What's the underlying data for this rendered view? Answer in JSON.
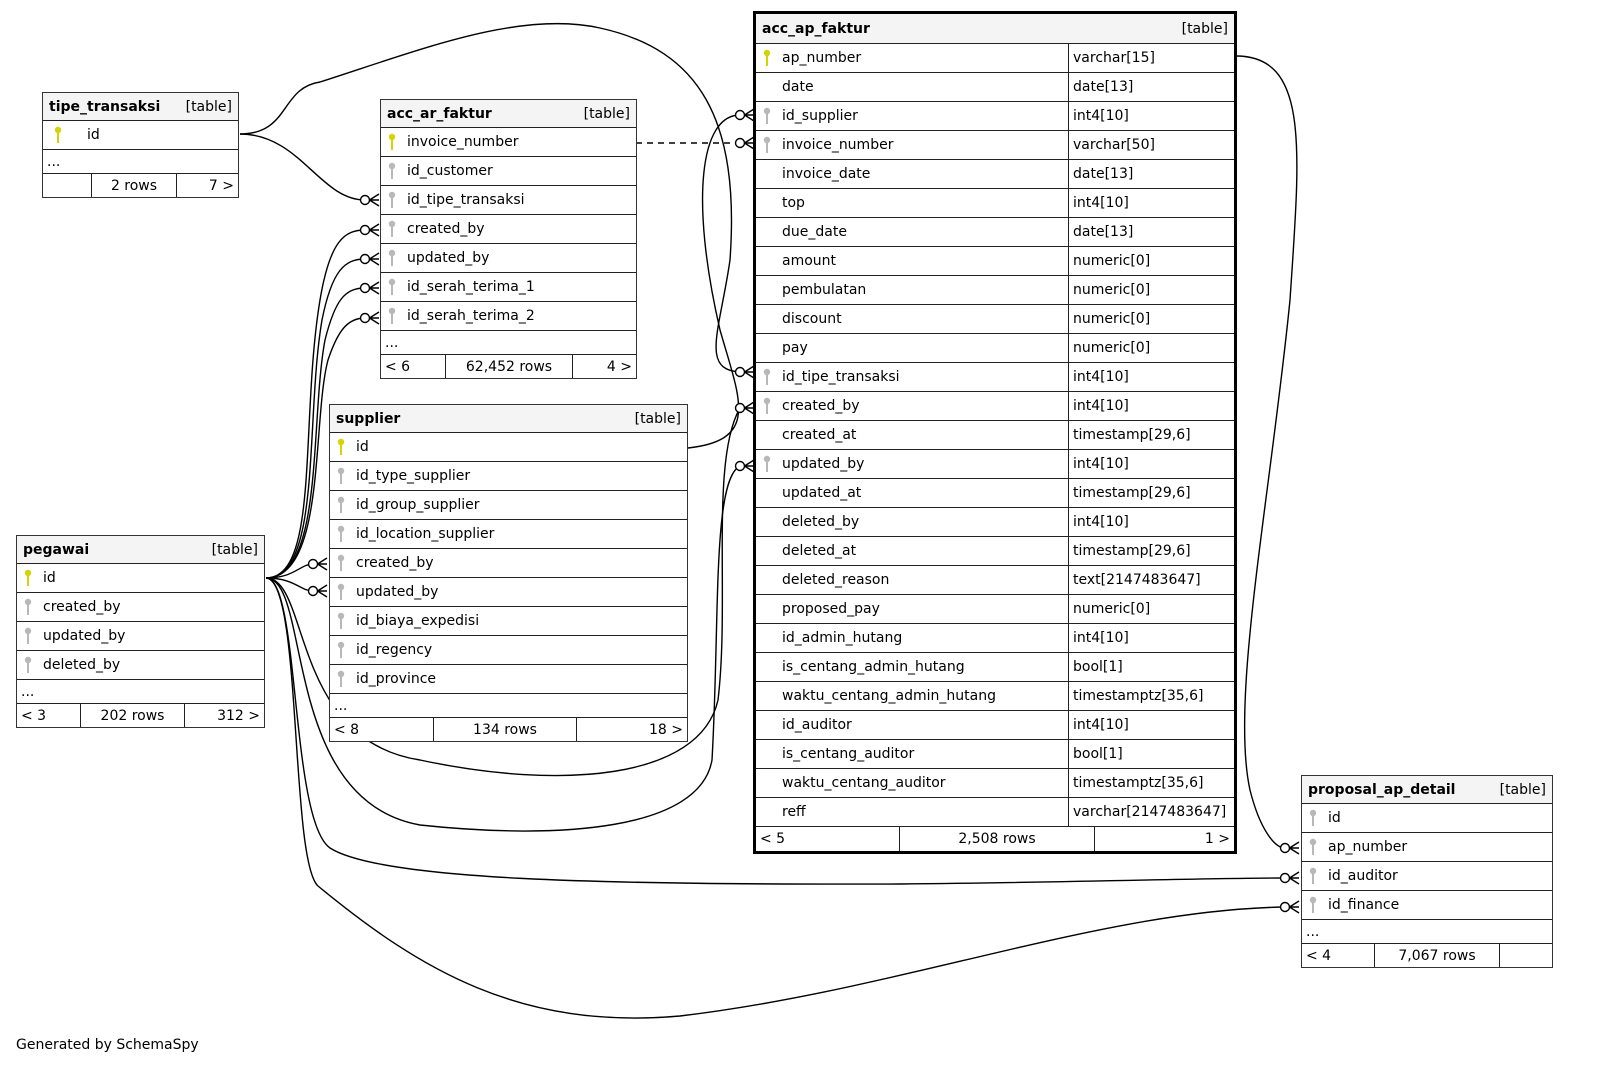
{
  "colors": {
    "primary_key": "#d4d400",
    "foreign_key": "#b8b8b8",
    "header_bg": "#f4f4f4",
    "line": "#000000"
  },
  "footer": {
    "generated_by": "Generated by SchemaSpy"
  },
  "tables": {
    "tipe_transaksi": {
      "name": "tipe_transaksi",
      "kind": "[table]",
      "columns": [
        {
          "name": "id",
          "key": "pk-icon"
        }
      ],
      "ellipsis": "...",
      "footer": {
        "parents": "",
        "rows": "2 rows",
        "children": "7 >"
      }
    },
    "acc_ar_faktur": {
      "name": "acc_ar_faktur",
      "kind": "[table]",
      "columns": [
        {
          "name": "invoice_number",
          "key": "pk-icon"
        },
        {
          "name": "id_customer",
          "key": "fk-icon"
        },
        {
          "name": "id_tipe_transaksi",
          "key": "fk-icon"
        },
        {
          "name": "created_by",
          "key": "fk-icon"
        },
        {
          "name": "updated_by",
          "key": "fk-icon"
        },
        {
          "name": "id_serah_terima_1",
          "key": "fk-icon"
        },
        {
          "name": "id_serah_terima_2",
          "key": "fk-icon"
        }
      ],
      "ellipsis": "...",
      "footer": {
        "parents": "< 6",
        "rows": "62,452 rows",
        "children": "4 >"
      }
    },
    "supplier": {
      "name": "supplier",
      "kind": "[table]",
      "columns": [
        {
          "name": "id",
          "key": "pk-icon"
        },
        {
          "name": "id_type_supplier",
          "key": "fk-icon"
        },
        {
          "name": "id_group_supplier",
          "key": "fk-icon"
        },
        {
          "name": "id_location_supplier",
          "key": "fk-icon"
        },
        {
          "name": "created_by",
          "key": "fk-icon"
        },
        {
          "name": "updated_by",
          "key": "fk-icon"
        },
        {
          "name": "id_biaya_expedisi",
          "key": "fk-icon"
        },
        {
          "name": "id_regency",
          "key": "fk-icon"
        },
        {
          "name": "id_province",
          "key": "fk-icon"
        }
      ],
      "ellipsis": "...",
      "footer": {
        "parents": "< 8",
        "rows": "134 rows",
        "children": "18 >"
      }
    },
    "pegawai": {
      "name": "pegawai",
      "kind": "[table]",
      "columns": [
        {
          "name": "id",
          "key": "pk-icon"
        },
        {
          "name": "created_by",
          "key": "fk-icon"
        },
        {
          "name": "updated_by",
          "key": "fk-icon"
        },
        {
          "name": "deleted_by",
          "key": "fk-icon"
        }
      ],
      "ellipsis": "...",
      "footer": {
        "parents": "< 3",
        "rows": "202 rows",
        "children": "312 >"
      }
    },
    "acc_ap_faktur": {
      "name": "acc_ap_faktur",
      "kind": "[table]",
      "columns": [
        {
          "name": "ap_number",
          "type": "varchar[15]",
          "key": "pk-icon"
        },
        {
          "name": "date",
          "type": "date[13]",
          "key": ""
        },
        {
          "name": "id_supplier",
          "type": "int4[10]",
          "key": "fk-icon"
        },
        {
          "name": "invoice_number",
          "type": "varchar[50]",
          "key": "fk-icon"
        },
        {
          "name": "invoice_date",
          "type": "date[13]",
          "key": ""
        },
        {
          "name": "top",
          "type": "int4[10]",
          "key": ""
        },
        {
          "name": "due_date",
          "type": "date[13]",
          "key": ""
        },
        {
          "name": "amount",
          "type": "numeric[0]",
          "key": ""
        },
        {
          "name": "pembulatan",
          "type": "numeric[0]",
          "key": ""
        },
        {
          "name": "discount",
          "type": "numeric[0]",
          "key": ""
        },
        {
          "name": "pay",
          "type": "numeric[0]",
          "key": ""
        },
        {
          "name": "id_tipe_transaksi",
          "type": "int4[10]",
          "key": "fk-icon"
        },
        {
          "name": "created_by",
          "type": "int4[10]",
          "key": "fk-icon"
        },
        {
          "name": "created_at",
          "type": "timestamp[29,6]",
          "key": ""
        },
        {
          "name": "updated_by",
          "type": "int4[10]",
          "key": "fk-icon"
        },
        {
          "name": "updated_at",
          "type": "timestamp[29,6]",
          "key": ""
        },
        {
          "name": "deleted_by",
          "type": "int4[10]",
          "key": ""
        },
        {
          "name": "deleted_at",
          "type": "timestamp[29,6]",
          "key": ""
        },
        {
          "name": "deleted_reason",
          "type": "text[2147483647]",
          "key": ""
        },
        {
          "name": "proposed_pay",
          "type": "numeric[0]",
          "key": ""
        },
        {
          "name": "id_admin_hutang",
          "type": "int4[10]",
          "key": ""
        },
        {
          "name": "is_centang_admin_hutang",
          "type": "bool[1]",
          "key": ""
        },
        {
          "name": "waktu_centang_admin_hutang",
          "type": "timestamptz[35,6]",
          "key": ""
        },
        {
          "name": "id_auditor",
          "type": "int4[10]",
          "key": ""
        },
        {
          "name": "is_centang_auditor",
          "type": "bool[1]",
          "key": ""
        },
        {
          "name": "waktu_centang_auditor",
          "type": "timestamptz[35,6]",
          "key": ""
        },
        {
          "name": "reff",
          "type": "varchar[2147483647]",
          "key": ""
        }
      ],
      "footer": {
        "parents": "< 5",
        "rows": "2,508 rows",
        "children": "1 >"
      }
    },
    "proposal_ap_detail": {
      "name": "proposal_ap_detail",
      "kind": "[table]",
      "columns": [
        {
          "name": "id",
          "key": "fk-icon"
        },
        {
          "name": "ap_number",
          "key": "fk-icon"
        },
        {
          "name": "id_auditor",
          "key": "fk-icon"
        },
        {
          "name": "id_finance",
          "key": "fk-icon"
        }
      ],
      "ellipsis": "...",
      "footer": {
        "parents": "< 4",
        "rows": "7,067 rows",
        "children": ""
      }
    }
  }
}
